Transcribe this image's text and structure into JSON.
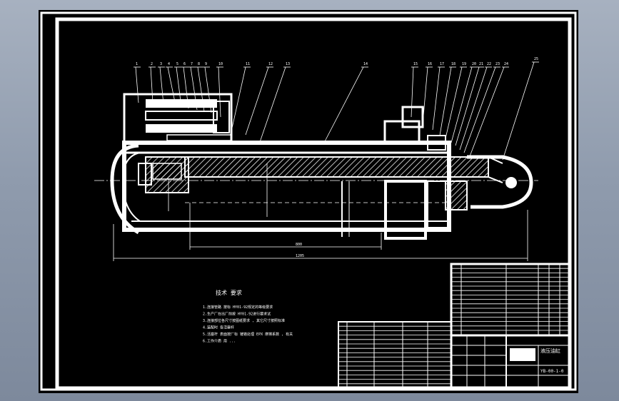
{
  "drawing": {
    "title_label": "技术 要求",
    "requirements": [
      "1.连接管路 按标 HY01-92规定的等级要求",
      "2.生产厂在出厂前按 HY01-92进行要求试",
      "3.连接部位各尺寸按图纸要求  , 其它尺寸按照标准",
      "4.装配时   各活塞杆",
      "5.活塞杆 表面按厂标   镀铬处理 EPX   摩擦系数 ,  有关",
      "6.工作介质 用 ..."
    ],
    "part_numbers": [
      "1",
      "2",
      "3",
      "4",
      "5",
      "6",
      "7",
      "8",
      "9",
      "10",
      "11",
      "12",
      "13",
      "14",
      "15",
      "16",
      "17",
      "18",
      "19",
      "20",
      "21",
      "22",
      "23",
      "24",
      "25"
    ],
    "dimension_total": "1205",
    "dimension_stroke": "800",
    "title_block": {
      "name": "液压油缸",
      "drawing_no": "YB-00-1-0"
    }
  }
}
